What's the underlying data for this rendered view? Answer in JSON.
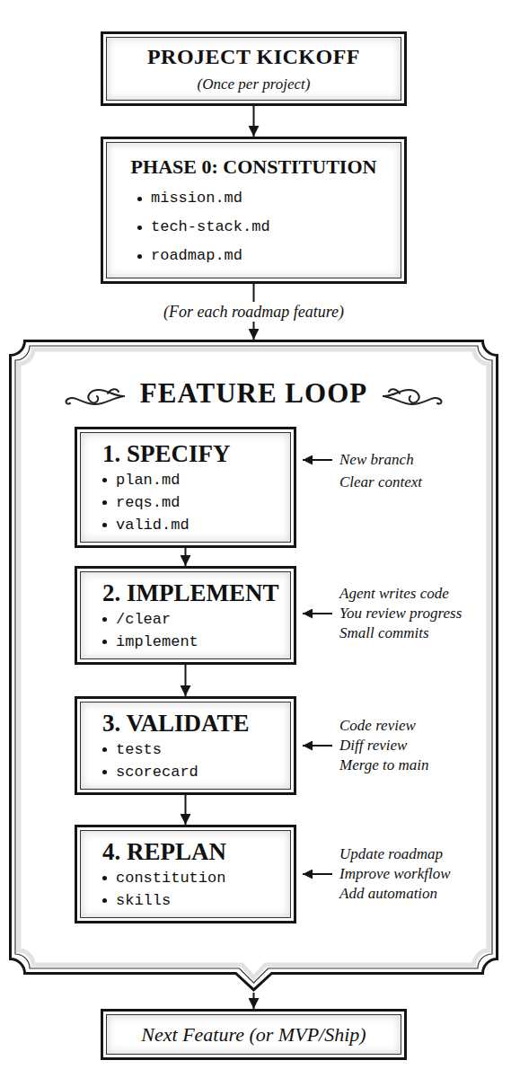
{
  "diagram": {
    "nodes": [
      {
        "text": [
          "PROJECT KICKOFF",
          "(Once per project)"
        ]
      },
      {
        "text": [
          "PHASE 0: CONSTITUTION",
          "mission.md",
          "tech-stack.md",
          "roadmap.md"
        ]
      },
      {
        "text": [
          "FEATURE LOOP"
        ]
      },
      {
        "text": [
          "1. SPECIFY",
          "plan.md",
          "reqs.md",
          "valid.md"
        ],
        "in": 2
      },
      {
        "text": [
          "2. IMPLEMENT",
          "/clear",
          "implement"
        ],
        "in": 2
      },
      {
        "text": [
          "3. VALIDATE",
          "tests",
          "scorecard"
        ],
        "in": 2
      },
      {
        "text": [
          "4. REPLAN",
          "constitution",
          "skills"
        ],
        "in": 2
      },
      {
        "text": [
          "Next Feature (or MVP/Ship)"
        ]
      }
    ],
    "edges": [
      {
        "from": 0,
        "to": 1,
        "arrow": "to"
      },
      {
        "from": 1,
        "to": 2,
        "arrow": "to",
        "label": "(For each roadmap feature)"
      },
      {
        "from": 3,
        "to": 4,
        "arrow": "to"
      },
      {
        "from": 4,
        "to": 5,
        "arrow": "to"
      },
      {
        "from": 5,
        "to": 6,
        "arrow": "to"
      },
      {
        "from": 2,
        "to": 7,
        "arrow": "to"
      }
    ],
    "labels": [
      "New branch",
      "Clear context",
      "Agent writes code",
      "You review progress",
      "Small commits",
      "Code review",
      "Diff review",
      "Merge to main",
      "Update roadmap",
      "Improve workflow",
      "Add automation"
    ]
  }
}
